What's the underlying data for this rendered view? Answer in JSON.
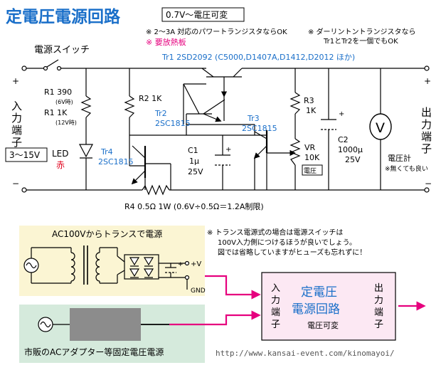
{
  "header": {
    "title": "定電圧電源回路",
    "range_badge": "0.7V〜電圧可変",
    "note_1": "※ 2〜3A 対応のパワートランジスタならOK",
    "note_2": "※ ダーリントントランジスタなら",
    "note_3": "Tr1とTr2を一個でもOK",
    "note_heatsink": "※ 要放熱板"
  },
  "circuit": {
    "switch_label": "電源スイッチ",
    "tr1_label": "Tr1 2SD2092 (C5000,D1407A,D1412,D2012 ほか)",
    "input_vertical": [
      "入",
      "力",
      "端",
      "子"
    ],
    "output_vertical": [
      "出",
      "力",
      "端",
      "子"
    ],
    "plus": "+",
    "minus": "−",
    "r1a": "R1 390",
    "r1a_note": "(6V時)",
    "r1b": "R1 1K",
    "r1b_note": "(12V時)",
    "input_range": "3〜15V",
    "led_label": "LED",
    "led_color": "赤",
    "r2": "R2 1K",
    "tr2_name": "Tr2",
    "tr2_part": "2SC1815",
    "tr3_name": "Tr3",
    "tr3_part": "2SC1815",
    "tr4_name": "Tr4",
    "tr4_part": "2SC1815",
    "c1_name": "C1",
    "c1_val": "1μ",
    "c1_volt": "25V",
    "r3_name": "R3",
    "r3_val": "1K",
    "vr_name": "VR",
    "vr_val": "10K",
    "vr_tag": "電圧",
    "c2_name": "C2",
    "c2_val": "1000μ",
    "c2_volt": "25V",
    "meter_symbol": "V",
    "meter_label": "電圧計",
    "meter_note": "※無くても良い",
    "r4_label": "R4 0.5Ω 1W (0.6V÷0.5Ω＝1.2A制限)"
  },
  "lower": {
    "trans_title": "AC100Vからトランスで電源",
    "trans_plus": "+V",
    "trans_gnd": "GND",
    "trans_plus_sign": "+",
    "note_1": "※ トランス電源式の場合は電源スイッチは",
    "note_2": "100V入力側につけるほうが良いでしょう。",
    "note_3": "図では省略していますがヒューズも忘れずに！",
    "adapter_label": "市販のACアダプター等固定電圧電源",
    "box_input": [
      "入",
      "力",
      "端",
      "子"
    ],
    "box_output": [
      "出",
      "力",
      "端",
      "子"
    ],
    "box_title_1": "定電圧",
    "box_title_2": "電源回路",
    "box_sub": "電圧可変",
    "url": "http://www.kansai-event.com/kinomayoi/"
  },
  "colors": {
    "title_blue": "#1a6fc9",
    "accent_magenta": "#e6007e",
    "label_blue": "#1a6fc9",
    "red": "#e0001b",
    "heatsink_pink": "#e6007e",
    "yellow_bg": "#fbf5d3",
    "green_bg": "#d5eadc",
    "box_pink": "#fce8f3",
    "adapter_gray": "#8c8c8c"
  },
  "icons": [
    "switch-icon",
    "resistor-icon",
    "led-icon",
    "npn-transistor-icon",
    "capacitor-icon",
    "voltmeter-icon",
    "transformer-icon",
    "bridge-rectifier-icon",
    "ac-source-icon",
    "arrow-icon"
  ]
}
